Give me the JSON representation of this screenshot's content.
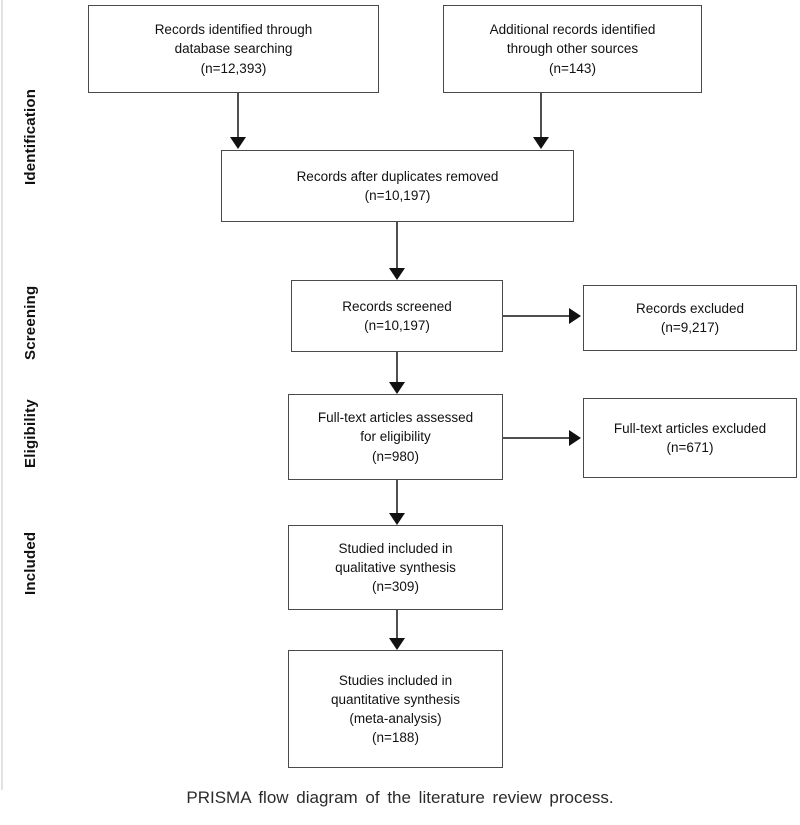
{
  "figure": {
    "caption": "PRISMA  flow diagram  of the literature review process.",
    "type": "prisma-flow-diagram"
  },
  "stages": [
    {
      "id": "identification",
      "label": "Identification"
    },
    {
      "id": "screening",
      "label": "Screening"
    },
    {
      "id": "eligibility",
      "label": "Eligibility"
    },
    {
      "id": "included",
      "label": "Included"
    }
  ],
  "boxes": {
    "database_records": {
      "line1": "Records identified through",
      "line2": "database searching",
      "line3": "(n=12,393)",
      "count": 12393
    },
    "other_records": {
      "line1": "Additional records identified",
      "line2": "through other sources",
      "line3": "(n=143)",
      "count": 143
    },
    "duplicates_removed": {
      "line1": "Records after duplicates removed",
      "line2": "(n=10,197)",
      "count": 10197
    },
    "records_screened": {
      "line1": "Records screened",
      "line2": "(n=10,197)",
      "count": 10197
    },
    "records_excluded": {
      "line1": "Records excluded",
      "line2": "(n=9,217)",
      "count": 9217
    },
    "fulltext_assessed": {
      "line1": "Full-text articles assessed",
      "line2": "for eligibility",
      "line3": "(n=980)",
      "count": 980
    },
    "fulltext_excluded": {
      "line1": "Full-text articles excluded",
      "line2": "(n=671)",
      "count": 671
    },
    "qualitative_synthesis": {
      "line1": "Studied included in",
      "line2": "qualitative synthesis",
      "line3": "(n=309)",
      "count": 309
    },
    "quantitative_synthesis": {
      "line1": "Studies included in",
      "line2": "quantitative synthesis",
      "line3": "(meta-analysis)",
      "line4": "(n=188)",
      "count": 188
    }
  },
  "colors": {
    "box_border": "#4a4a4a",
    "connector": "#4f4f4f",
    "text": "#111111",
    "background": "#ffffff"
  }
}
